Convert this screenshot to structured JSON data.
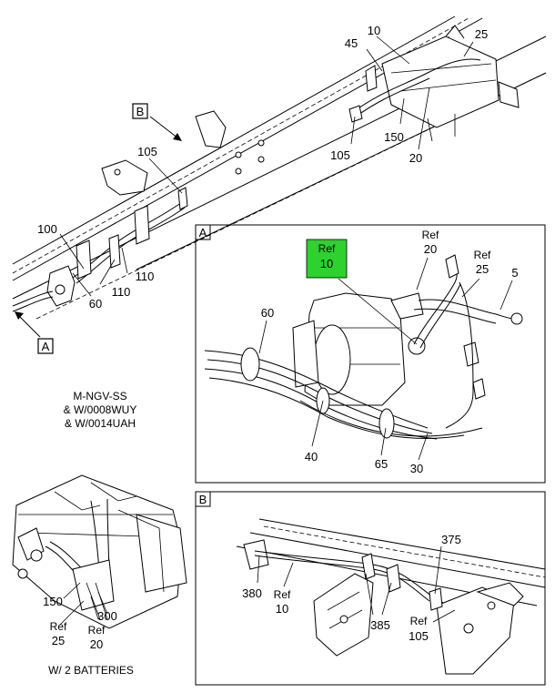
{
  "main_view": {
    "callouts": {
      "b": "B",
      "a": "A"
    },
    "labels": {
      "c45": "45",
      "c10": "10",
      "c25": "25",
      "c105_top": "105",
      "c150": "150",
      "c20": "20",
      "c105_left": "105",
      "c100": "100",
      "c110_a": "110",
      "c110_b": "110",
      "c60": "60"
    },
    "caption": [
      "M-NGV-SS",
      "& W/0008WUY",
      "& W/0014UAH"
    ]
  },
  "detail_a": {
    "tag": "A",
    "highlight": {
      "ref": "Ref",
      "num": "10",
      "color": "#2ed12e"
    },
    "labels": {
      "ref20_ref": "Ref",
      "ref20_num": "20",
      "ref25_ref": "Ref",
      "ref25_num": "25",
      "c5": "5",
      "c60": "60",
      "c40": "40",
      "c65": "65",
      "c30": "30"
    }
  },
  "batteries_view": {
    "labels": {
      "c150": "150",
      "c300": "300",
      "ref25_ref": "Ref",
      "ref25_num": "25",
      "ref20_ref": "Ref",
      "ref20_num": "20"
    },
    "caption": "W/ 2 BATTERIES"
  },
  "detail_b": {
    "tag": "B",
    "labels": {
      "c375": "375",
      "c380": "380",
      "ref10_ref": "Ref",
      "ref10_num": "10",
      "c385": "385",
      "ref105_ref": "Ref",
      "ref105_num": "105"
    }
  }
}
